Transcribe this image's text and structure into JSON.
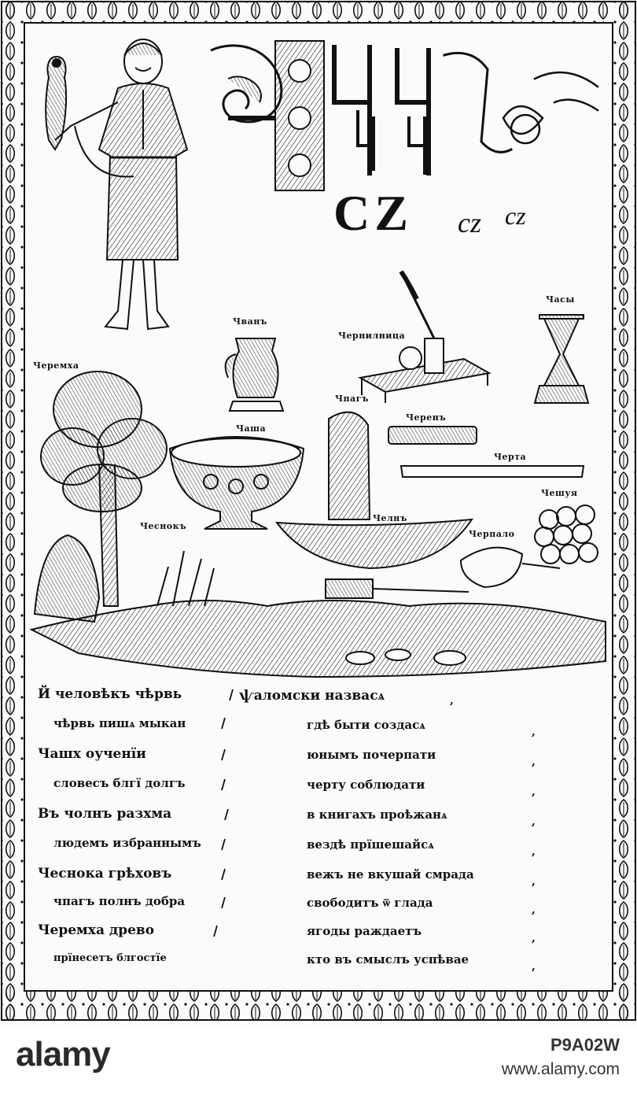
{
  "header": {
    "slavonic_letters": [
      "Ч",
      "Ч",
      "Ч",
      "Ч",
      "Ч",
      "Ч",
      "Ч"
    ],
    "latin_big": "CZ",
    "latin_small_1": "cz",
    "latin_small_2": "cz"
  },
  "labels": {
    "cheremkha": "Черемха",
    "chvan": "Чванъ",
    "chernilnitsa": "Чернилница",
    "chasy": "Часы",
    "chpag": "Чпагъ",
    "cheren": "Черенъ",
    "cherta": "Черта",
    "chasha": "Чаша",
    "chesnok": "Чеснокъ",
    "cheln": "Челнъ",
    "cherpalo": "Черпало",
    "cheshua": "Чешуя"
  },
  "verses": {
    "left": [
      "Й человѣкъ чѣрвь",
      "чѣрвь пишѧ мыкан",
      "Чашх оученїи",
      "словесъ блгї долгъ",
      "Въ чолнъ разхма",
      "людемъ избраннымъ",
      "Чеснока грѣховъ",
      "чпагъ полнъ добра",
      "Черемха древо",
      "прїнесетъ блгостїе"
    ],
    "right": [
      "ѱаломски назвасѧ",
      "гдѣ быти создасѧ",
      "юнымъ почерпати",
      "черту соблюдати",
      "в книгахъ проѣжанѧ",
      "вездѣ прїшешайсѧ",
      "вежъ не вкушай смрада",
      "свободитъ ѿ глада",
      "ягоды раждаетъ",
      "кто въ смыслъ успѣвае"
    ]
  },
  "watermark": {
    "brand": "alamy",
    "image_id": "P9A02W",
    "url": "www.alamy.com"
  }
}
